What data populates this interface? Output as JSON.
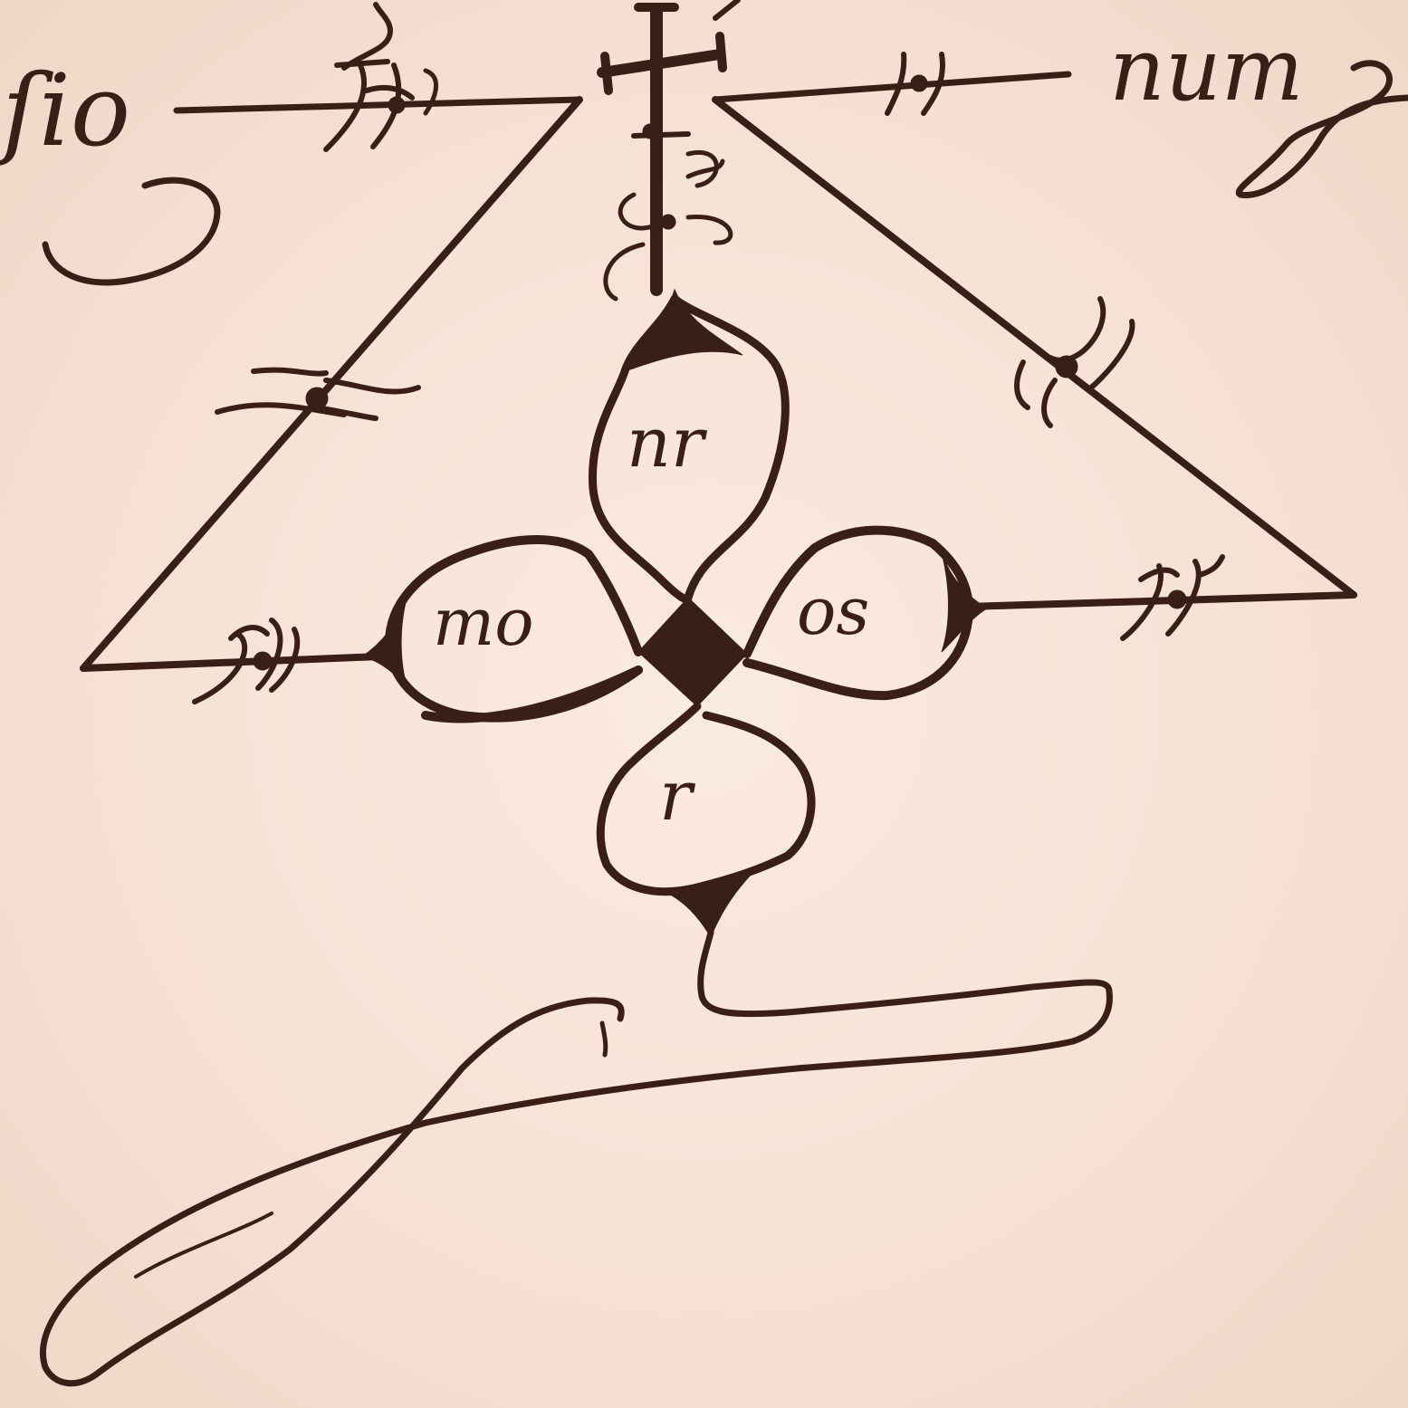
{
  "manuscript": {
    "ink_color": "#3a1f16",
    "paper_color": "#f7e4d8",
    "marginal_words": {
      "left": "ſio",
      "right": "num"
    },
    "petal_letters": {
      "top": "nr",
      "left": "mo",
      "right": "os",
      "bottom": "r"
    }
  }
}
